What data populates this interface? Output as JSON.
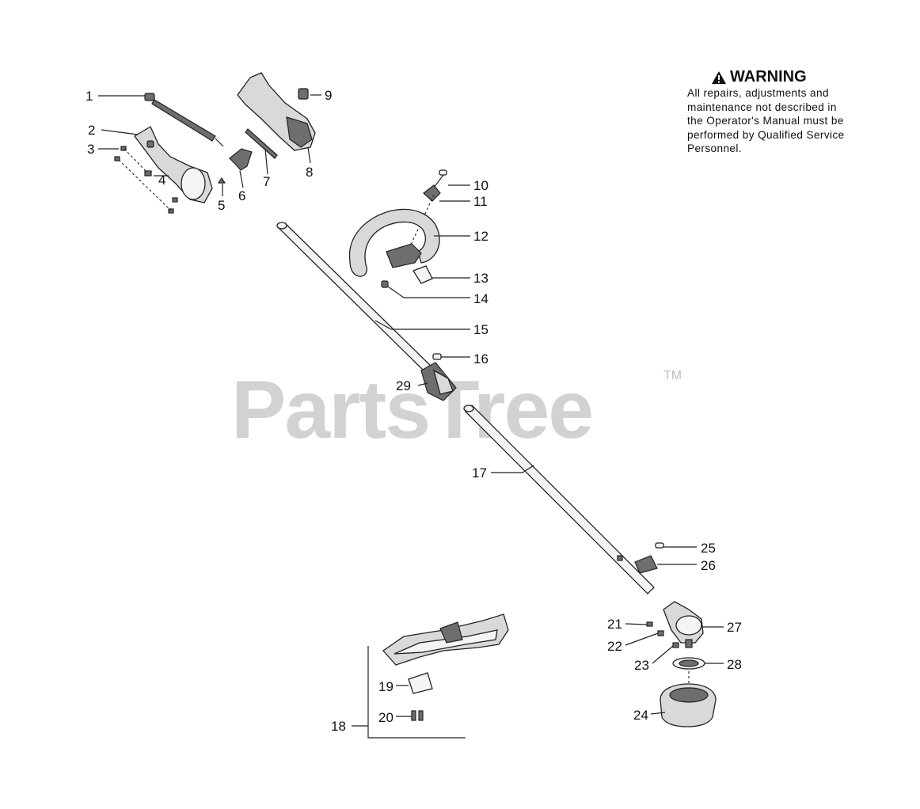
{
  "warning": {
    "title": "WARNING",
    "lines": [
      "All repairs, adjustments and",
      "maintenance not described in",
      "the Operator's Manual must be",
      "performed by Qualified Service",
      "Personnel."
    ]
  },
  "watermark": {
    "text": "PartsTree",
    "mark": "TM"
  },
  "callouts": {
    "c1": "1",
    "c2": "2",
    "c3": "3",
    "c4": "4",
    "c5": "5",
    "c6": "6",
    "c7": "7",
    "c8": "8",
    "c9": "9",
    "c10": "10",
    "c11": "11",
    "c12": "12",
    "c13": "13",
    "c14": "14",
    "c15": "15",
    "c16": "16",
    "c17": "17",
    "c18": "18",
    "c19": "19",
    "c20": "20",
    "c21": "21",
    "c22": "22",
    "c23": "23",
    "c24": "24",
    "c25": "25",
    "c26": "26",
    "c27": "27",
    "c28": "28",
    "c29": "29"
  },
  "icons": {
    "warning": "warning-triangle-icon"
  }
}
